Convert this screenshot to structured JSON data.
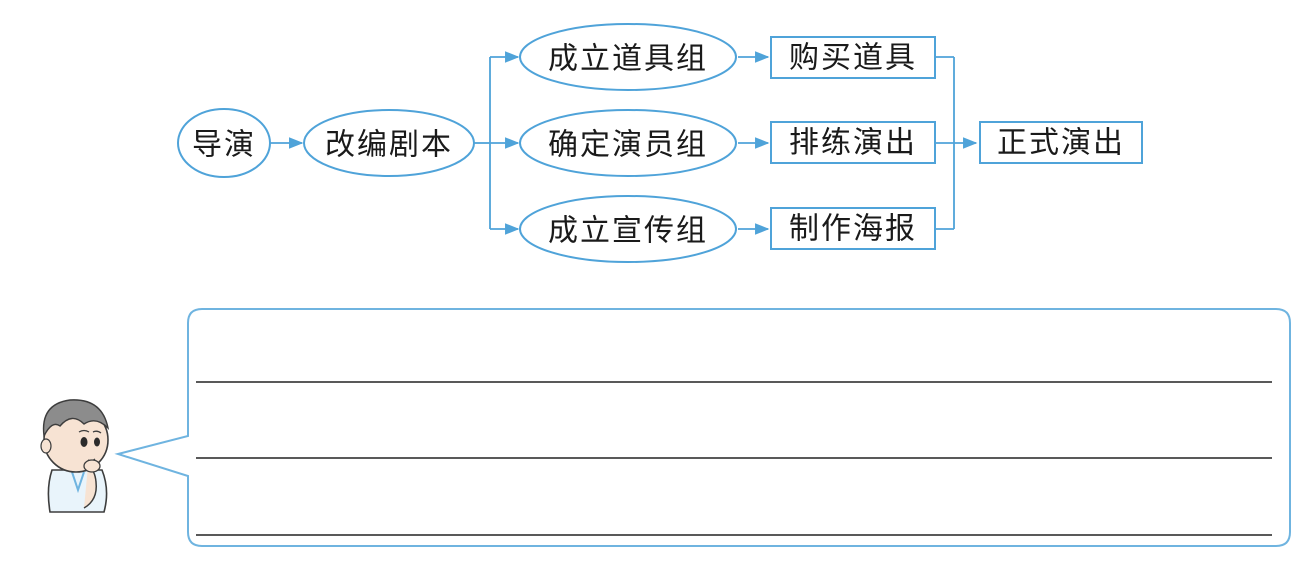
{
  "flowchart": {
    "start": "导演",
    "step2": "改编剧本",
    "groups": [
      {
        "group": "成立道具组",
        "task": "购买道具"
      },
      {
        "group": "确定演员组",
        "task": "排练演出"
      },
      {
        "group": "成立宣传组",
        "task": "制作海报"
      }
    ],
    "final": "正式演出"
  },
  "answer_box": {
    "line_count": 3
  },
  "colors": {
    "diagram_line": "#4fa3d9",
    "bubble_border": "#6fb4e0",
    "text": "#1a1a1a"
  }
}
